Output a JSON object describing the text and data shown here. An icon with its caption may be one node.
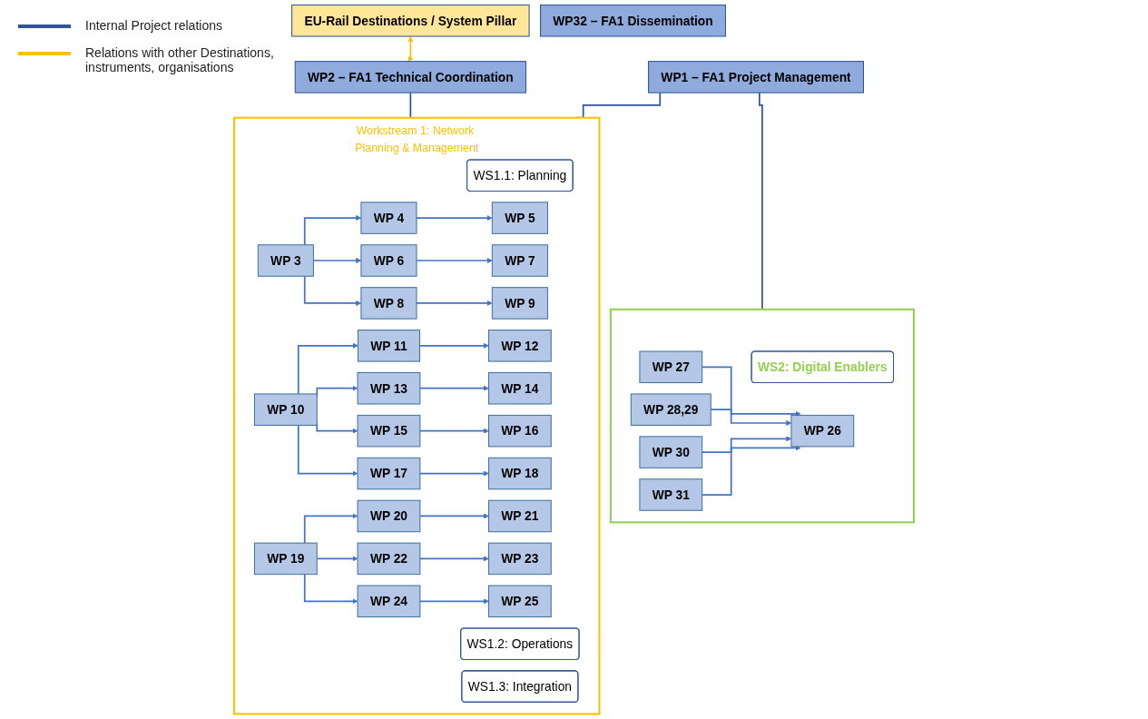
{
  "diagram": {
    "nodes": [
      {
        "text": [
          "EU-Rail Destinations / System Pillar"
        ]
      },
      {
        "text": [
          "WP2 – FA1 Technical Coordination"
        ]
      },
      {
        "text": [
          "Workstream 1: Network Planning & Management"
        ]
      },
      {
        "text": [
          "WS1.1: Planning"
        ],
        "in": 2
      },
      {
        "text": [
          "WP 3"
        ],
        "in": 2
      },
      {
        "text": [
          "WP 4"
        ],
        "in": 2
      },
      {
        "text": [
          "WP 5"
        ],
        "in": 2
      },
      {
        "text": [
          "WP 6"
        ],
        "in": 2
      },
      {
        "text": [
          "WP 7"
        ],
        "in": 2
      },
      {
        "text": [
          "WP 8"
        ],
        "in": 2
      },
      {
        "text": [
          "WP 9"
        ],
        "in": 2
      },
      {
        "text": [
          "WS1.2: Operations"
        ],
        "in": 2
      },
      {
        "text": [
          "WP 10"
        ],
        "in": 2
      },
      {
        "text": [
          "WP 11"
        ],
        "in": 2
      },
      {
        "text": [
          "WP 12"
        ],
        "in": 2
      },
      {
        "text": [
          "WP 13"
        ],
        "in": 2
      },
      {
        "text": [
          "WP 14"
        ],
        "in": 2
      },
      {
        "text": [
          "WP 15"
        ],
        "in": 2
      },
      {
        "text": [
          "WP 16"
        ],
        "in": 2
      },
      {
        "text": [
          "WP 17"
        ],
        "in": 2
      },
      {
        "text": [
          "WP 18"
        ],
        "in": 2
      },
      {
        "text": [
          "WS1.3: Integration"
        ],
        "in": 2
      },
      {
        "text": [
          "WP 19"
        ],
        "in": 2
      },
      {
        "text": [
          "WP 20"
        ],
        "in": 2
      },
      {
        "text": [
          "WP 21"
        ],
        "in": 2
      },
      {
        "text": [
          "WP 22"
        ],
        "in": 2
      },
      {
        "text": [
          "WP 23"
        ],
        "in": 2
      },
      {
        "text": [
          "WP 24"
        ],
        "in": 2
      },
      {
        "text": [
          "WP 25"
        ],
        "in": 2
      },
      {
        "text": [],
        "shape": "box"
      },
      {
        "text": [
          "WS2: Digital Enablers"
        ],
        "in": 29
      },
      {
        "text": [
          "WP 27"
        ],
        "in": 29
      },
      {
        "text": [
          "WP 28,29"
        ],
        "in": 29
      },
      {
        "text": [
          "WP 30"
        ],
        "in": 29
      },
      {
        "text": [
          "WP 31"
        ],
        "in": 29
      },
      {
        "text": [
          "WP 26"
        ],
        "in": 29
      },
      {
        "text": [
          "WP1 – FA1 Project Management"
        ]
      },
      {
        "text": [
          "WP32 – FA1 Dissemination"
        ]
      }
    ],
    "edges": [
      {
        "from": 0,
        "to": 1,
        "arrow": "both",
        "color": "#ffc000"
      },
      {
        "from": 1,
        "to": 2,
        "arrow": "none",
        "color": "#2f5597"
      },
      {
        "from": 4,
        "to": 5,
        "arrow": "to"
      },
      {
        "from": 4,
        "to": 7,
        "arrow": "to"
      },
      {
        "from": 4,
        "to": 9,
        "arrow": "to"
      },
      {
        "from": 5,
        "to": 6,
        "arrow": "to"
      },
      {
        "from": 7,
        "to": 8,
        "arrow": "to"
      },
      {
        "from": 9,
        "to": 10,
        "arrow": "to"
      },
      {
        "from": 12,
        "to": 13,
        "arrow": "to"
      },
      {
        "from": 12,
        "to": 15,
        "arrow": "to"
      },
      {
        "from": 12,
        "to": 17,
        "arrow": "to"
      },
      {
        "from": 12,
        "to": 19,
        "arrow": "to"
      },
      {
        "from": 13,
        "to": 14,
        "arrow": "to"
      },
      {
        "from": 15,
        "to": 16,
        "arrow": "to"
      },
      {
        "from": 17,
        "to": 18,
        "arrow": "to"
      },
      {
        "from": 19,
        "to": 20,
        "arrow": "to"
      },
      {
        "from": 22,
        "to": 23,
        "arrow": "to"
      },
      {
        "from": 22,
        "to": 25,
        "arrow": "to"
      },
      {
        "from": 22,
        "to": 27,
        "arrow": "to"
      },
      {
        "from": 23,
        "to": 24,
        "arrow": "to"
      },
      {
        "from": 25,
        "to": 26,
        "arrow": "to"
      },
      {
        "from": 27,
        "to": 28,
        "arrow": "to"
      },
      {
        "from": 31,
        "to": 35,
        "arrow": "to"
      },
      {
        "from": 32,
        "to": 35,
        "arrow": "to"
      },
      {
        "from": 33,
        "to": 35,
        "arrow": "to"
      },
      {
        "from": 34,
        "to": 35,
        "arrow": "to"
      },
      {
        "from": 36,
        "to": 2,
        "arrow": "none",
        "color": "#2f5597"
      },
      {
        "from": 36,
        "to": 29,
        "arrow": "none",
        "color": "#2f5597"
      }
    ],
    "legend": [
      {
        "text": "Internal Project relations"
      },
      {
        "text": "Relations with other Destinations, instruments, organisations"
      }
    ]
  }
}
